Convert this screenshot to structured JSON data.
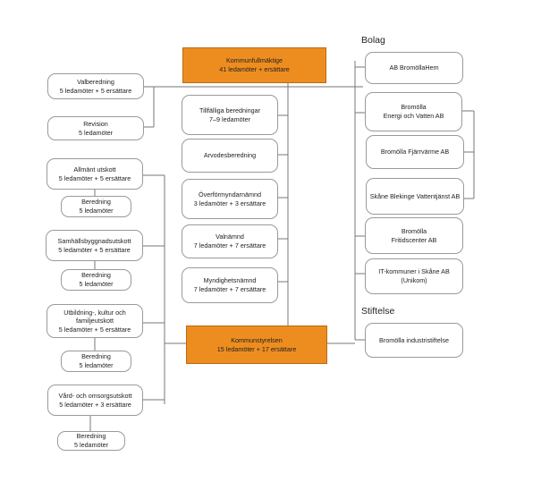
{
  "headings": {
    "bolag": "Bolag",
    "stiftelse": "Stiftelse"
  },
  "colors": {
    "orange": "#ee8d1f",
    "line": "#777777",
    "border": "#9a9a9a"
  },
  "center": {
    "kommunfullmaktige": {
      "title": "Kommunfullmäktige",
      "sub": "41 ledamöter + ersättare"
    },
    "kommunstyrelsen": {
      "title": "Kommunstyrelsen",
      "sub": "15 ledamöter + 17 ersättare"
    },
    "committees": [
      {
        "title": "Tillfälliga beredningar",
        "sub": "7–9 ledamöter"
      },
      {
        "title": "Arvodesberedning",
        "sub": ""
      },
      {
        "title": "Överförmyndarnämnd",
        "sub": "3 ledamöter + 3 ersättare"
      },
      {
        "title": "Valnämnd",
        "sub": "7 ledamöter + 7 ersättare"
      },
      {
        "title": "Myndighetsnämnd",
        "sub": "7 ledamöter + 7 ersättare"
      }
    ]
  },
  "left": {
    "valberedning": {
      "title": "Valberedning",
      "sub": "5 ledamöter + 5 ersättare"
    },
    "revision": {
      "title": "Revision",
      "sub": "5 ledamöter"
    },
    "allmant": {
      "title": "Allmänt utskott",
      "sub": "5 ledamöter + 5 ersättare"
    },
    "allmant_beredning": {
      "title": "Beredning",
      "sub": "5 ledamöter"
    },
    "samhall": {
      "title": "Samhällsbyggnadsutskott",
      "sub": "5 ledamöter + 5 ersättare"
    },
    "samhall_beredning": {
      "title": "Beredning",
      "sub": "5 ledamöter"
    },
    "utbildning": {
      "line1": "Utbildning-, kultur och",
      "line2": "familjeutskott",
      "sub": "5 ledamöter + 5 ersättare"
    },
    "utbildning_beredning": {
      "title": "Beredning",
      "sub": "5 ledamöter"
    },
    "vard": {
      "title": "Vård- och omsorgsutskott",
      "sub": "5 ledamöter + 3 ersättare"
    },
    "vard_beredning": {
      "title": "Beredning",
      "sub": "5 ledamöter"
    }
  },
  "bolag": [
    {
      "line1": "AB BromöllaHem",
      "line2": ""
    },
    {
      "line1": "Bromölla",
      "line2": "Energi och Vatten AB"
    },
    {
      "line1": "Bromölla Fjärrvärme AB",
      "line2": ""
    },
    {
      "line1": "Skåne Blekinge Vattentjänst AB",
      "line2": ""
    },
    {
      "line1": "Bromölla",
      "line2": "Fritidscenter AB"
    },
    {
      "line1": "IT-kommuner i Skåne AB",
      "line2": "(Unikom)"
    }
  ],
  "stiftelse": {
    "line1": "Bromölla industristiftelse"
  }
}
